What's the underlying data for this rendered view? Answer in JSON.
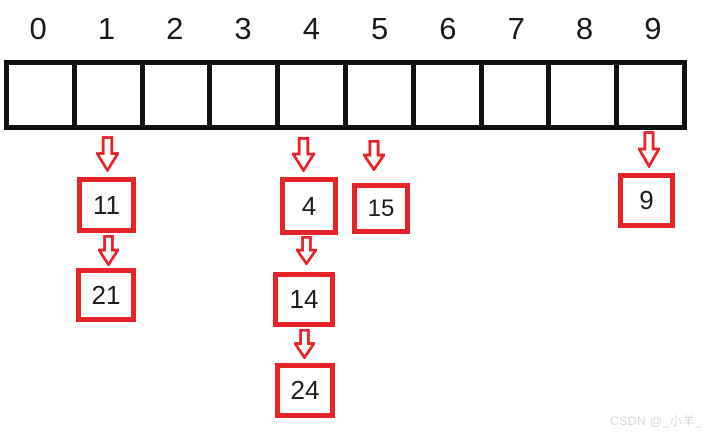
{
  "array": {
    "indices": [
      "0",
      "1",
      "2",
      "3",
      "4",
      "5",
      "6",
      "7",
      "8",
      "9"
    ]
  },
  "chains": [
    {
      "bucket_index": "1",
      "values": [
        "11",
        "21"
      ]
    },
    {
      "bucket_index": "4",
      "values": [
        "4",
        "14",
        "24"
      ]
    },
    {
      "bucket_index": "5",
      "values": [
        "15"
      ]
    },
    {
      "bucket_index": "9",
      "values": [
        "9"
      ]
    }
  ],
  "icons": {
    "arrow": "down-block-arrow-icon"
  },
  "colors": {
    "red": "#e62329",
    "line": "#111111",
    "text": "#1a1a1a",
    "wm": "#d6d6d6",
    "bg": "#ffffff"
  },
  "watermark": {
    "text": "CSDN @_小羊_"
  }
}
